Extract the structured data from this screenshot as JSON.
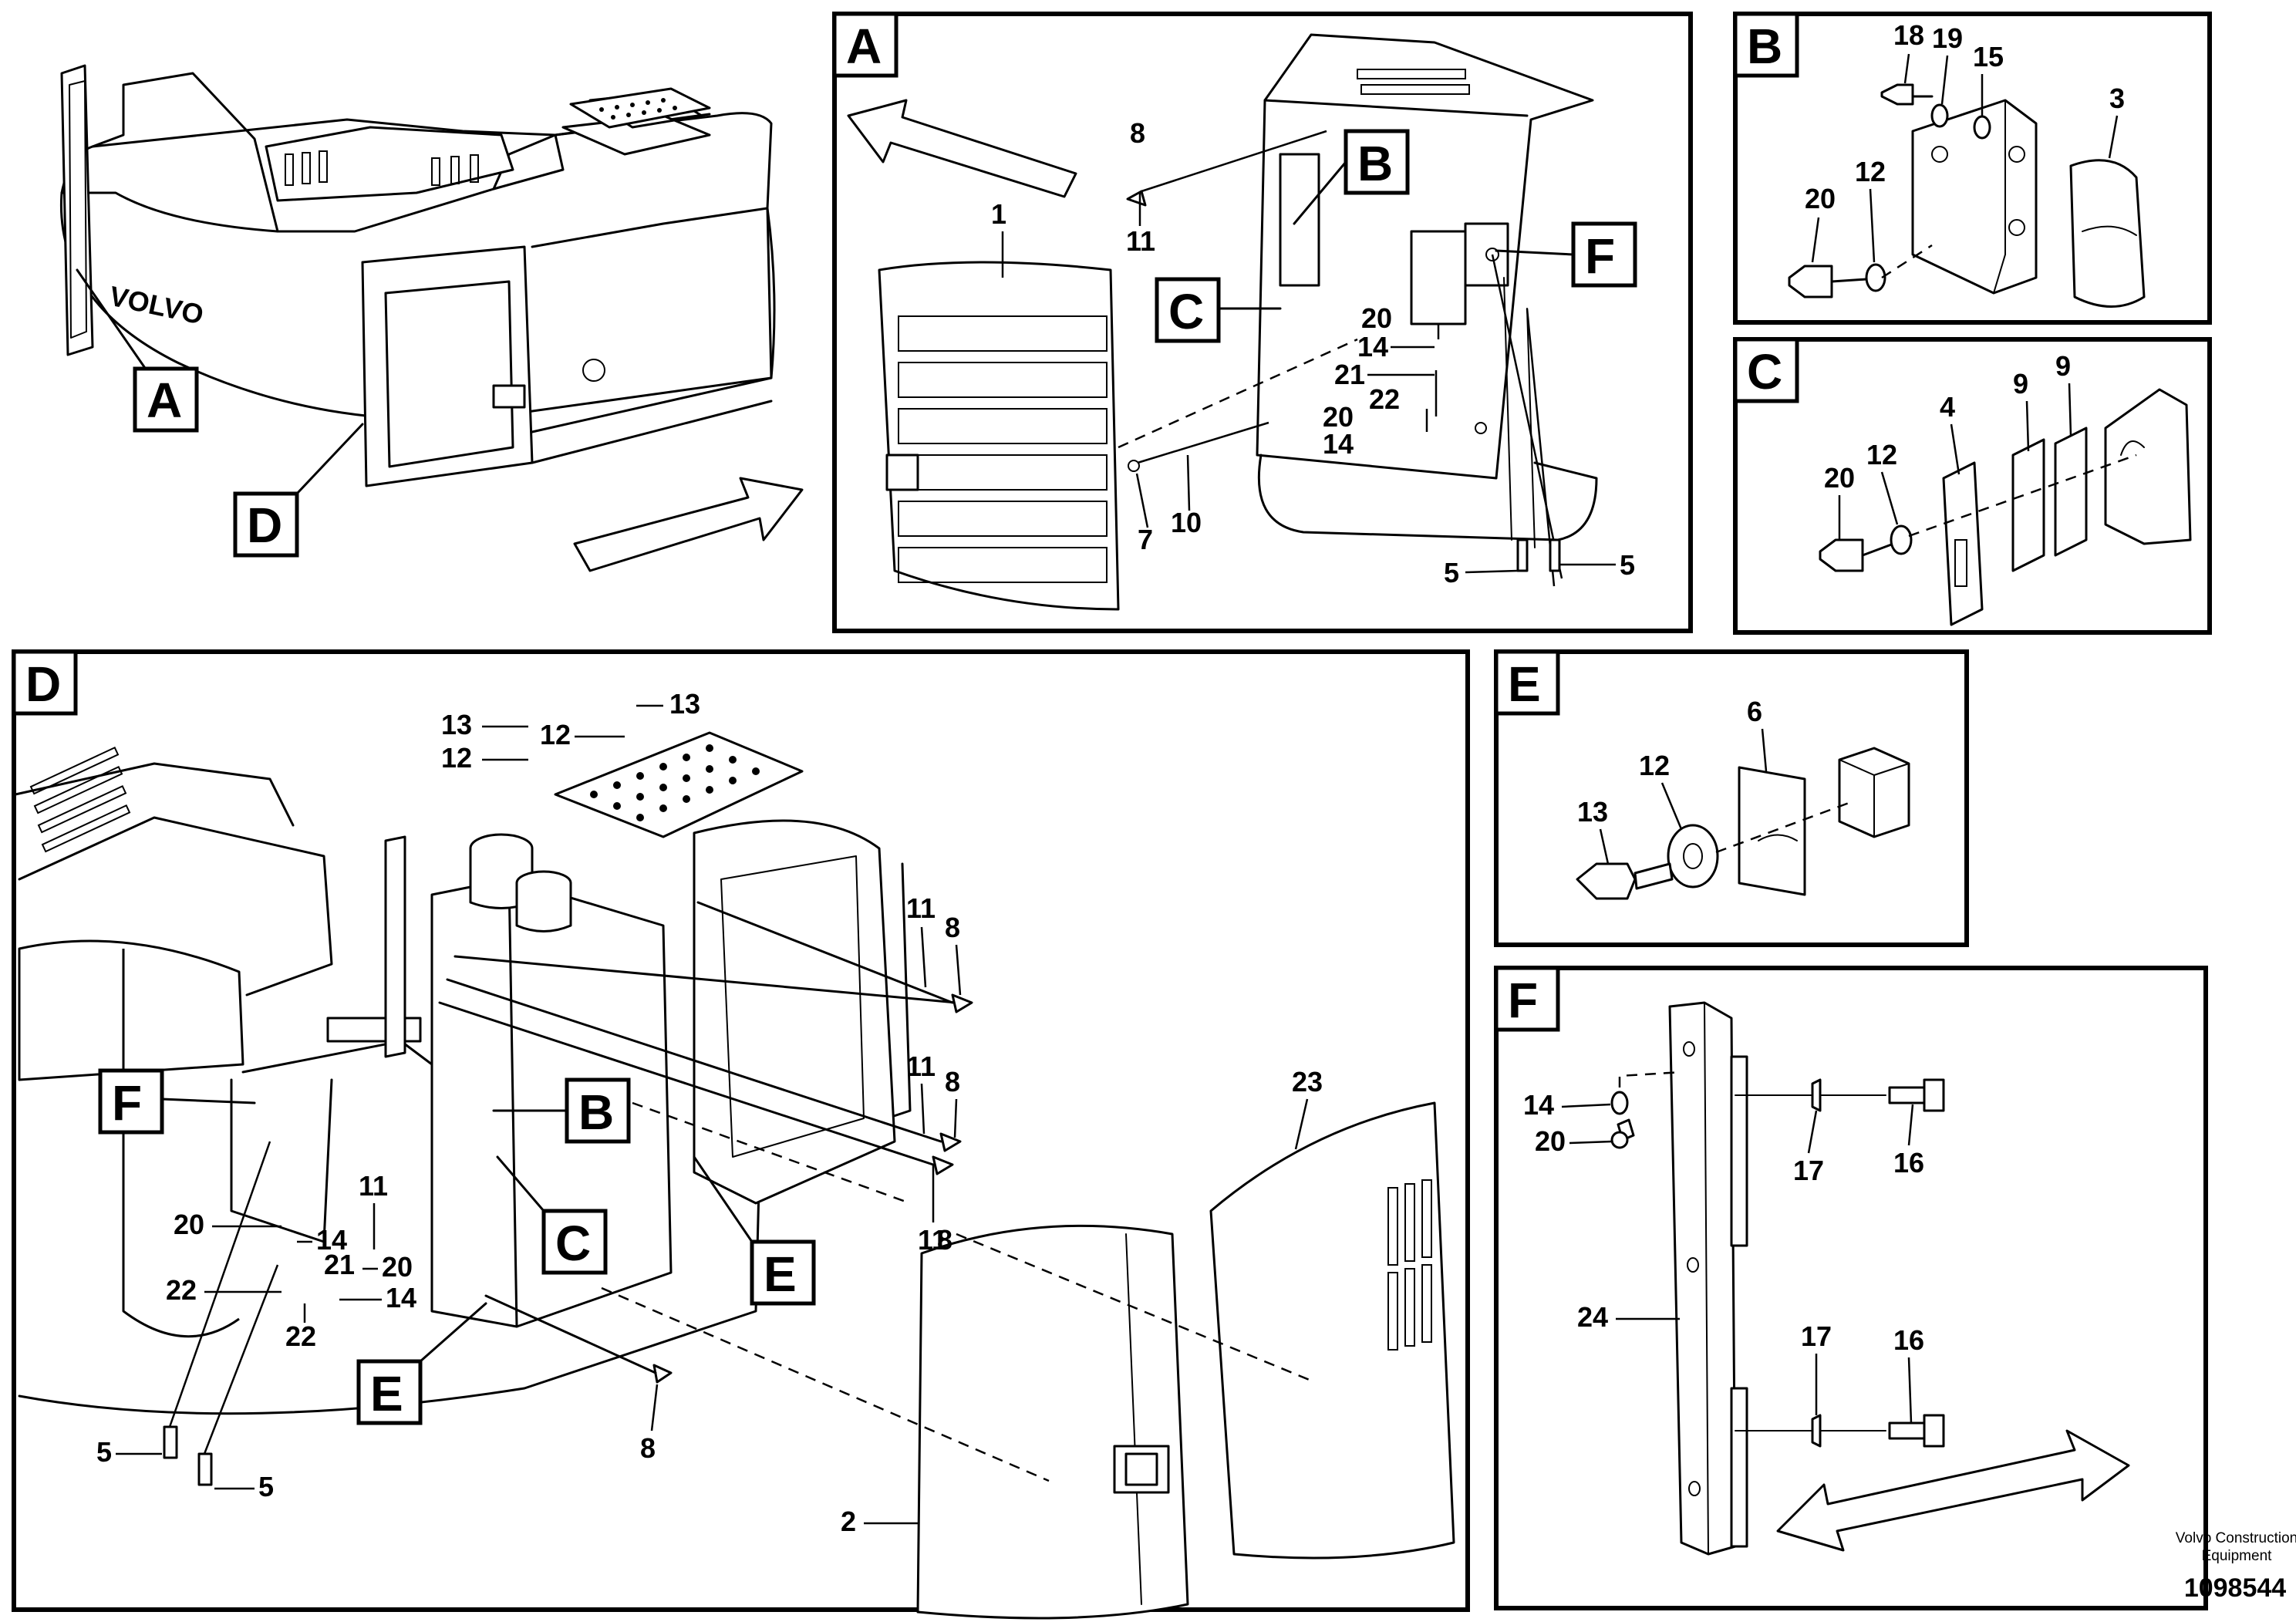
{
  "panels": {
    "A": "A",
    "B": "B",
    "C": "C",
    "D": "D",
    "E": "E",
    "F": "F"
  },
  "callouts": {
    "overview_A": "A",
    "overview_D": "D",
    "a_B": "B",
    "a_C": "C",
    "a_F": "F",
    "d_B": "B",
    "d_C": "C",
    "d_E1": "E",
    "d_E2": "E",
    "d_F": "F"
  },
  "part_numbers": {
    "a": [
      "8",
      "1",
      "11",
      "20",
      "14",
      "21",
      "22",
      "20",
      "14",
      "7",
      "10",
      "5",
      "5"
    ],
    "b": [
      "18",
      "19",
      "15",
      "3",
      "12",
      "20"
    ],
    "c": [
      "9",
      "9",
      "4",
      "12",
      "20"
    ],
    "d": [
      "13",
      "13",
      "12",
      "12",
      "11",
      "8",
      "11",
      "8",
      "11",
      "8",
      "23",
      "11",
      "20",
      "14",
      "21",
      "20",
      "14",
      "22",
      "22",
      "5",
      "5",
      "8",
      "2"
    ],
    "e": [
      "6",
      "12",
      "13"
    ],
    "f": [
      "14",
      "20",
      "17",
      "16",
      "24",
      "17",
      "16"
    ]
  },
  "credit": {
    "line1": "Volvo Construction",
    "line2": "Equipment",
    "doc_number": "1098544"
  },
  "icons": [
    "direction-arrow-icon",
    "direction-arrow-icon",
    "direction-arrow-icon"
  ]
}
